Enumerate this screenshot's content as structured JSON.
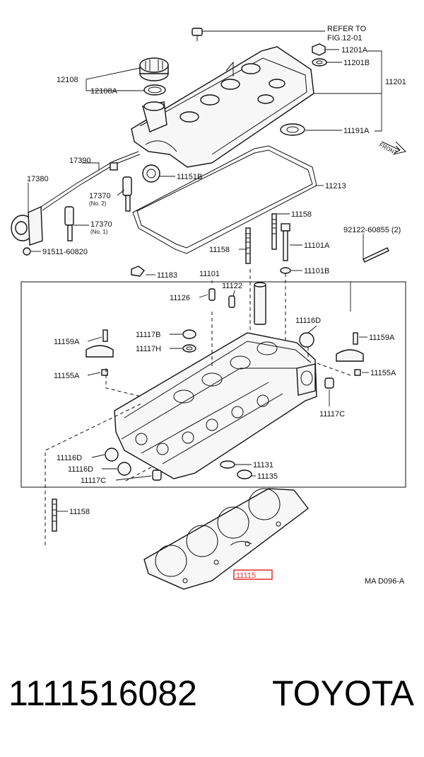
{
  "diagram": {
    "refer_line1": "REFER TO",
    "refer_line2": "FIG.12-01",
    "figure_code": "MA D096-A",
    "front_label": "FRONT",
    "labels": {
      "p11201A": "11201A",
      "p11201B": "11201B",
      "p11201": "11201",
      "p12108": "12108",
      "p12108A": "12108A",
      "p11191A": "11191A",
      "p17390": "17390",
      "p17380": "17380",
      "p11151B": "11151B",
      "p11213": "11213",
      "p17370no2": "17370",
      "p17370no2_sub": "(No. 2)",
      "p17370no1": "17370",
      "p17370no1_sub": "(No. 1)",
      "p91511": "91511-60820",
      "p11158a": "11158",
      "p11158b": "11158",
      "p11158c": "11158",
      "p92122": "92122-60855 (2)",
      "p11101A": "11101A",
      "p11101B": "11101B",
      "p11183": "11183",
      "p11101": "11101",
      "p11122": "11122",
      "p11126": "11126",
      "p11116D_top": "11116D",
      "p11117B": "11117B",
      "p11117H": "11117H",
      "p11159A_left": "11159A",
      "p11159A_right": "11159A",
      "p11155A_left": "11155A",
      "p11155A_right": "11155A",
      "p11117C_right": "11117C",
      "p11116D_left1": "11116D",
      "p11116D_left2": "11116D",
      "p11117C_left": "11117C",
      "p11131": "11131",
      "p11135": "11135",
      "p11115": "11115"
    }
  },
  "footer": {
    "part_number": "1111516082",
    "brand": "TOYOTA"
  },
  "colors": {
    "line": "#111111",
    "highlight": "#e53935",
    "background": "#ffffff"
  }
}
